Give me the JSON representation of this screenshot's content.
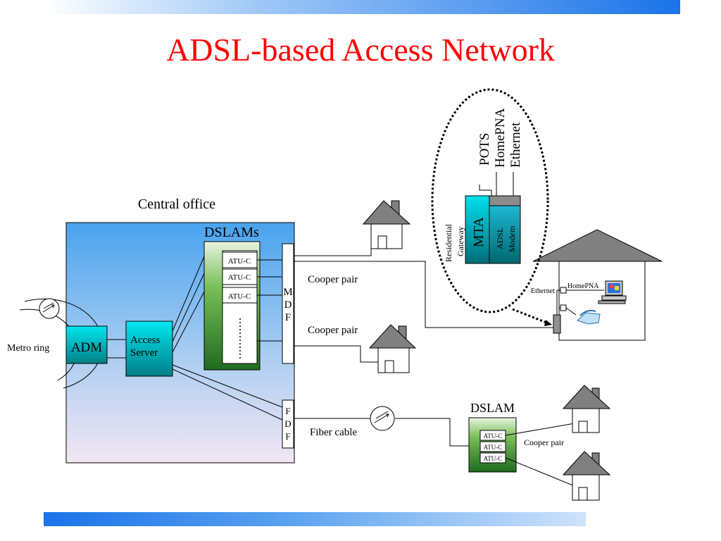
{
  "title": "ADSL-based Access Network",
  "central_office_label": "Central office",
  "dslams_label": "DSLAMs",
  "atu_c": "ATU-C",
  "mdf_letters": [
    "M",
    "D",
    "F"
  ],
  "fdf_letters": [
    "F",
    "D",
    "F"
  ],
  "access_server_lines": [
    "Access",
    "Server"
  ],
  "adm_label": "ADM",
  "metro_ring_label": "Metro ring",
  "cooper_pair_1": "Cooper pair",
  "cooper_pair_2": "Cooper pair",
  "cooper_pair_3": "Cooper pair",
  "fiber_cable_label": "Fiber cable",
  "remote_dslam_label": "DSLAM",
  "gateway": {
    "services": [
      "POTS",
      "HomePNA",
      "Ethernet"
    ],
    "mta_label": "MTA",
    "adsl_modem_lines": [
      "ADSL",
      "Modem"
    ],
    "residential_gateway_lines": [
      "Residential",
      "Gateway"
    ]
  },
  "home": {
    "homepna_label": "HomePNA",
    "ethernet_label": "Ethernet"
  },
  "colors": {
    "title": "#ff0000",
    "cyan_box": "#00c8d8",
    "dslam_green": "#2d8a2d",
    "house_roof": "#808080"
  }
}
